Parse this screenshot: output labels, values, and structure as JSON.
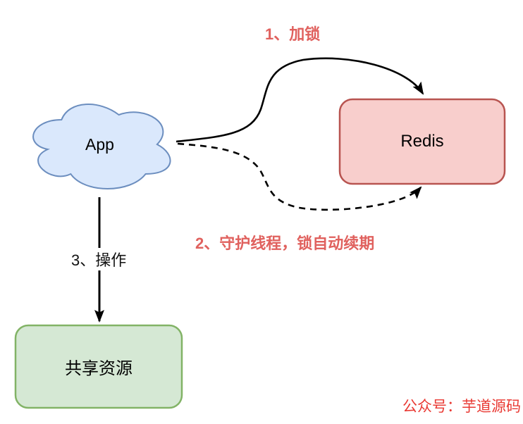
{
  "diagram": {
    "app": {
      "label": "App",
      "shape": "cloud",
      "fill": "#dae8fc",
      "stroke": "#6c8ebf"
    },
    "redis": {
      "label": "Redis",
      "shape": "rounded-rect",
      "fill": "#f8cecc",
      "stroke": "#b85450"
    },
    "shared_resource": {
      "label": "共享资源",
      "shape": "rounded-rect",
      "fill": "#d5e8d4",
      "stroke": "#82b366"
    },
    "steps": {
      "lock": {
        "label": "1、加锁",
        "from": "App",
        "to": "Redis",
        "line_style": "solid",
        "label_color": "#e0615e"
      },
      "renew": {
        "label": "2、守护线程，锁自动续期",
        "from": "App",
        "to": "Redis",
        "line_style": "dashed",
        "label_color": "#e0615e"
      },
      "operate": {
        "label": "3、操作",
        "from": "App",
        "to": "共享资源",
        "line_style": "solid",
        "label_color": "#121212"
      }
    },
    "watermark": {
      "label": "公众号：芋道源码",
      "color": "#e93a34"
    }
  }
}
